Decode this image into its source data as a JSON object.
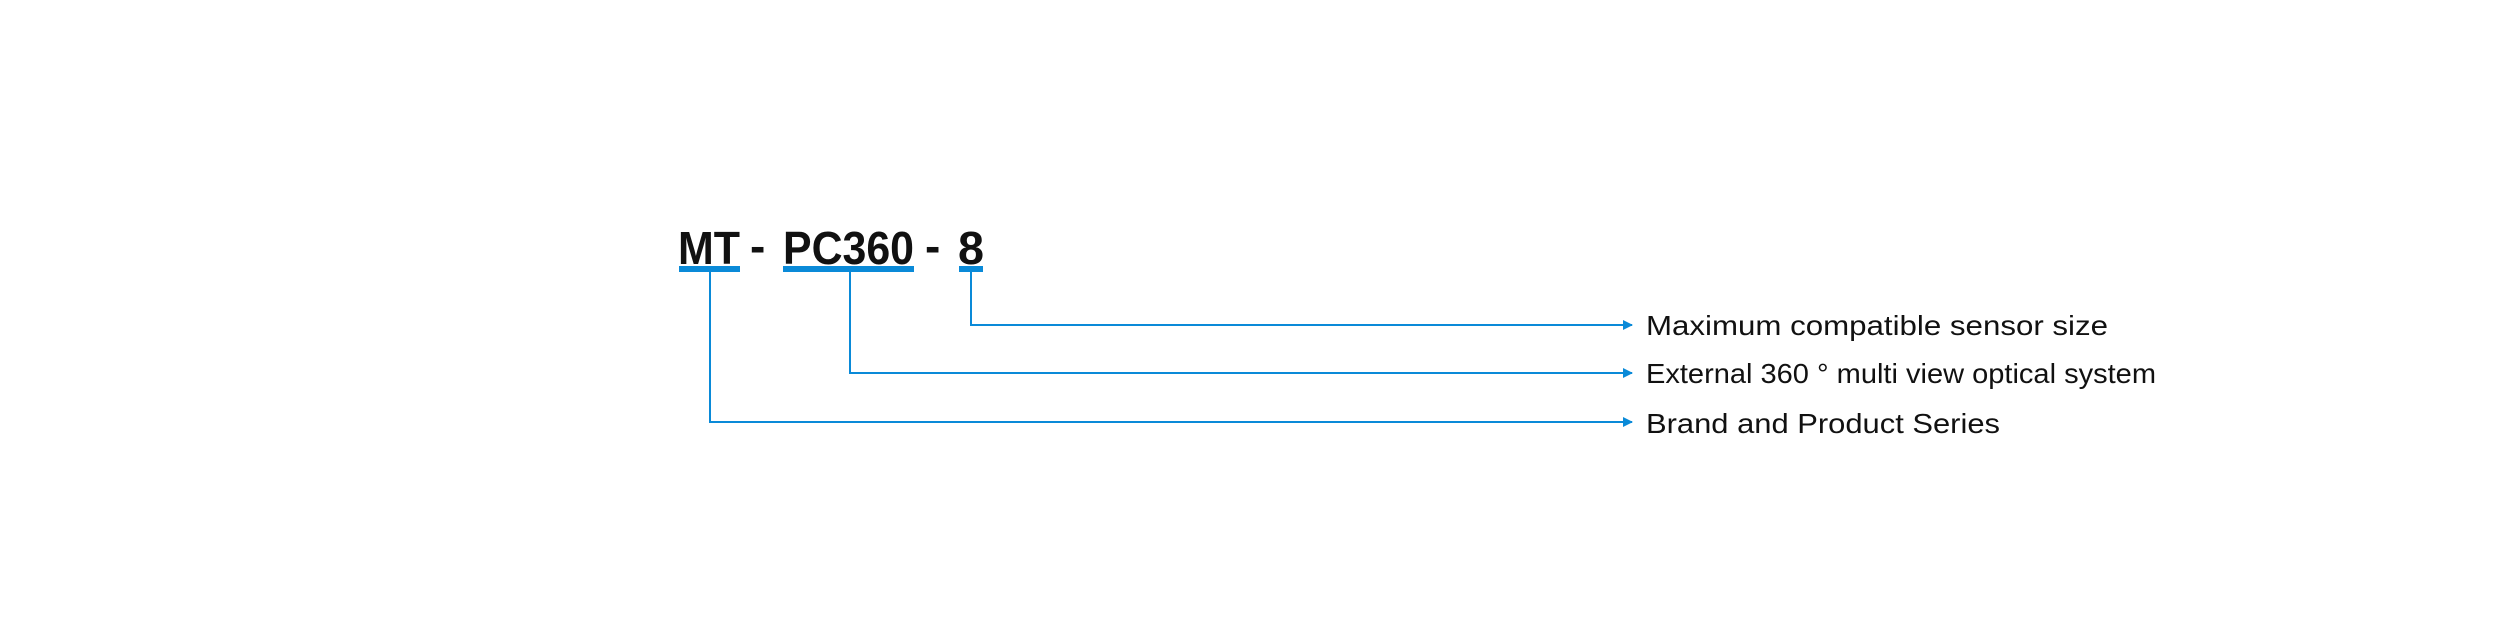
{
  "model_code": {
    "parts": [
      "MT",
      "PC360",
      "8"
    ],
    "separator": "-"
  },
  "descriptions": [
    "Maximum compatible sensor size",
    "External 360 ° multi view optical system",
    "Brand and Product Series"
  ],
  "colors": {
    "accent": "#0a8ad8",
    "text": "#111111"
  }
}
